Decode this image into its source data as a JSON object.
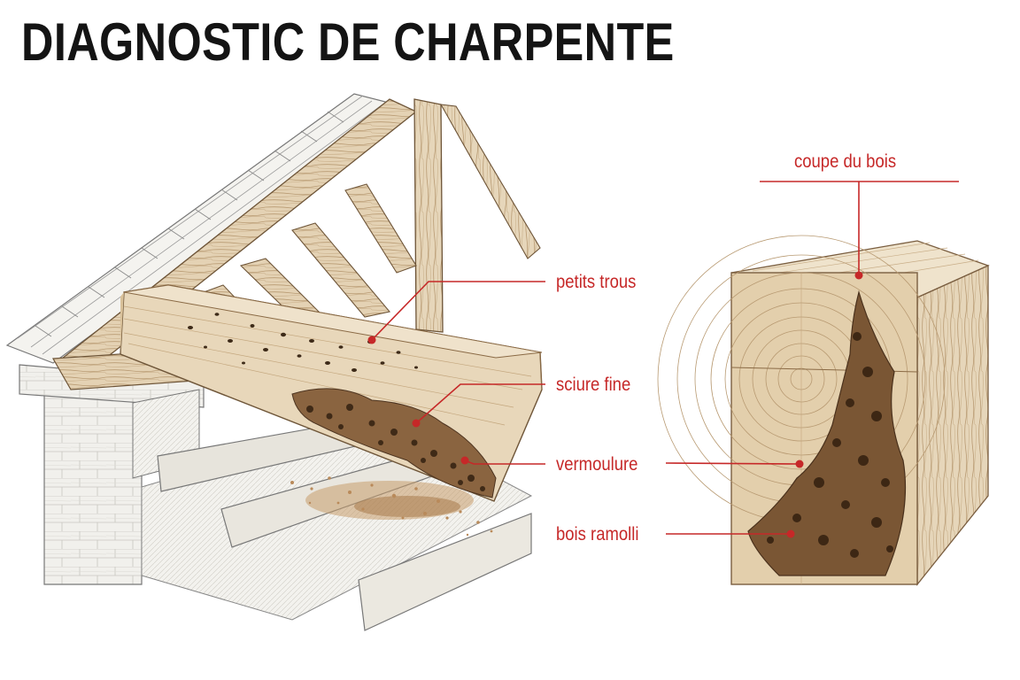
{
  "title": "DIAGNOSTIC DE CHARPENTE",
  "labels": {
    "petits_trous": "petits trous",
    "sciure_fine": "sciure fine",
    "vermoulure": "vermoulure",
    "bois_ramolli": "bois ramolli",
    "coupe_du_bois": "coupe du bois"
  },
  "icons": [
    "roof-truss-illustration",
    "damaged-beam-illustration",
    "sawdust-pile",
    "beam-cross-section-illustration"
  ],
  "colors": {
    "title": "#141414",
    "callout": "#c62828",
    "wood_light": "#eadcc4",
    "wood_mid": "#d6bf9a",
    "wood_dark": "#7a5a3a",
    "decay": "#6b4a2b"
  }
}
